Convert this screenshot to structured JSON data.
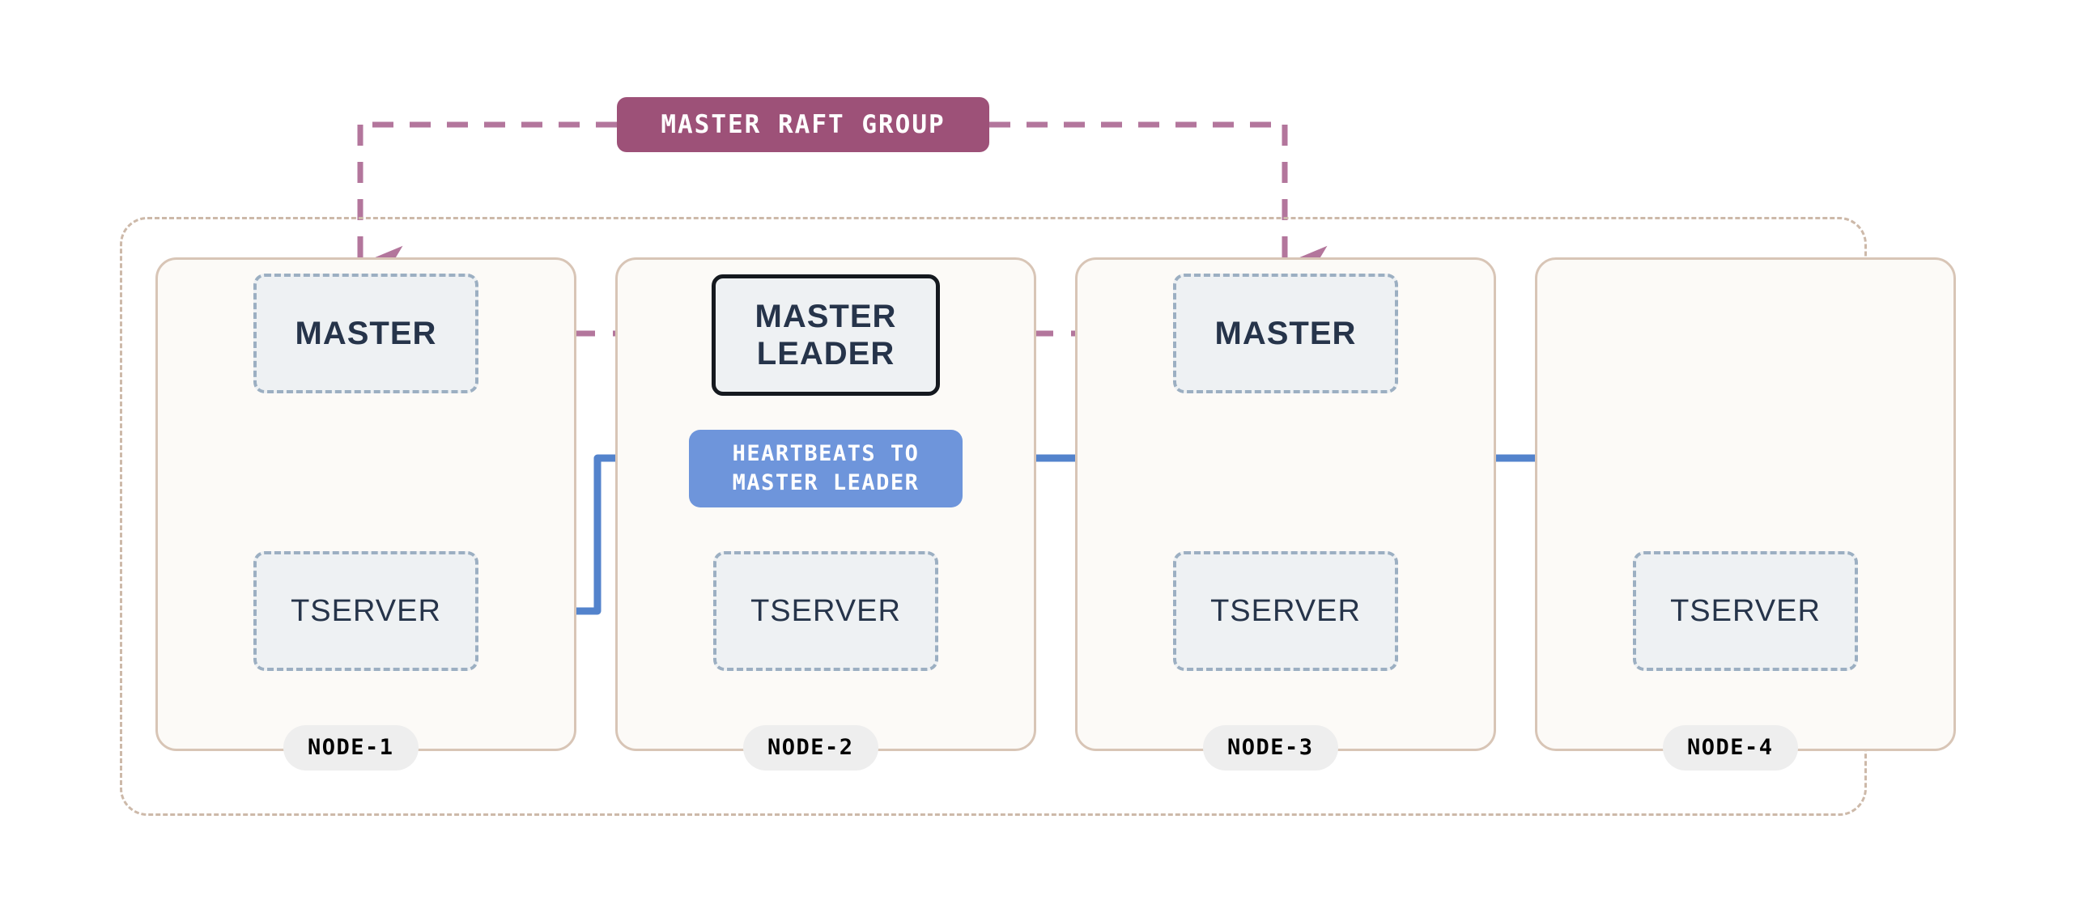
{
  "diagram": {
    "title": "MASTER RAFT GROUP",
    "colors": {
      "raft_accent": "#9d5178",
      "raft_edge": "#b3769c",
      "heartbeat_accent": "#6e95db",
      "heartbeat_edge": "#5383cc",
      "node_border": "#d8c5b6",
      "cluster_border": "#cdb9a9",
      "service_border": "#9cafc2",
      "service_fill": "#eef1f3",
      "service_text": "#26344a",
      "leader_border": "#15191f",
      "pill_fill": "#eeeeee",
      "canvas": "#ffffff"
    },
    "cluster": {
      "label": "",
      "border_style": "dash-dot"
    },
    "raft_group": {
      "label": "MASTER RAFT GROUP",
      "connector_style": "dashed",
      "connects_to": [
        "MASTER",
        "MASTER LEADER",
        "MASTER"
      ]
    },
    "heartbeats": {
      "line1": "HEARTBEATS TO",
      "line2": "MASTER LEADER",
      "label": "HEARTBEATS TO MASTER LEADER",
      "connector_style": "solid",
      "arrow_count": 4,
      "sources": [
        "NODE-1",
        "NODE-2",
        "NODE-3",
        "NODE-4"
      ],
      "target": "MASTER LEADER"
    },
    "nodes": [
      {
        "name": "NODE-1",
        "master": {
          "label": "MASTER",
          "is_leader": false,
          "border": "dashed"
        },
        "tserver": {
          "label": "TSERVER",
          "border": "dashed"
        }
      },
      {
        "name": "NODE-2",
        "master": {
          "label": "MASTER LEADER",
          "line1": "MASTER",
          "line2": "LEADER",
          "is_leader": true,
          "border": "solid"
        },
        "tserver": {
          "label": "TSERVER",
          "border": "dashed"
        }
      },
      {
        "name": "NODE-3",
        "master": {
          "label": "MASTER",
          "is_leader": false,
          "border": "dashed"
        },
        "tserver": {
          "label": "TSERVER",
          "border": "dashed"
        }
      },
      {
        "name": "NODE-4",
        "master": null,
        "tserver": {
          "label": "TSERVER",
          "border": "dashed"
        }
      }
    ]
  }
}
